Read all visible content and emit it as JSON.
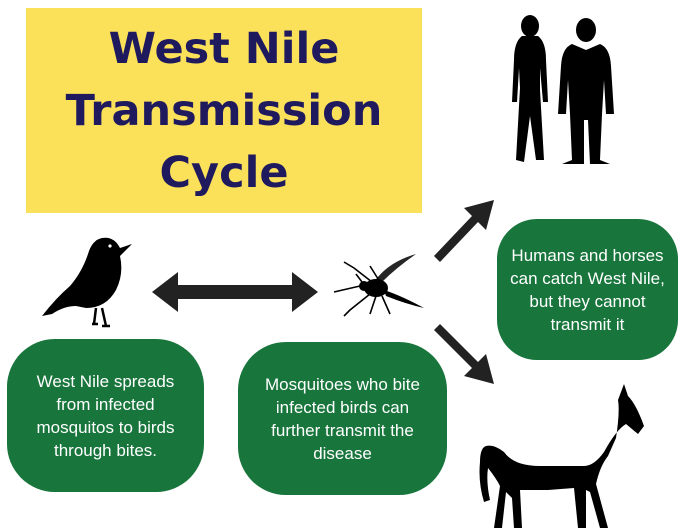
{
  "title": {
    "lines": [
      "West Nile",
      "Transmission",
      "Cycle"
    ]
  },
  "bubbles": {
    "bird_caption": "West Nile spreads from infected mosquitos to birds through bites.",
    "mosquito_caption": "Mosquitoes who bite infected birds can further transmit the disease",
    "human_horse_caption": "Humans and horses can catch West Nile, but they cannot transmit it"
  },
  "icons": [
    "people-silhouette-icon",
    "bird-silhouette-icon",
    "mosquito-silhouette-icon",
    "horse-silhouette-icon",
    "double-arrow-icon",
    "arrow-up-right-icon",
    "arrow-down-right-icon"
  ],
  "colors": {
    "title_bg": "#fbe05a",
    "title_text": "#1f1a5e",
    "bubble_bg": "#18753c",
    "bubble_text": "#ffffff",
    "silhouette": "#000000",
    "arrow": "#222222"
  }
}
